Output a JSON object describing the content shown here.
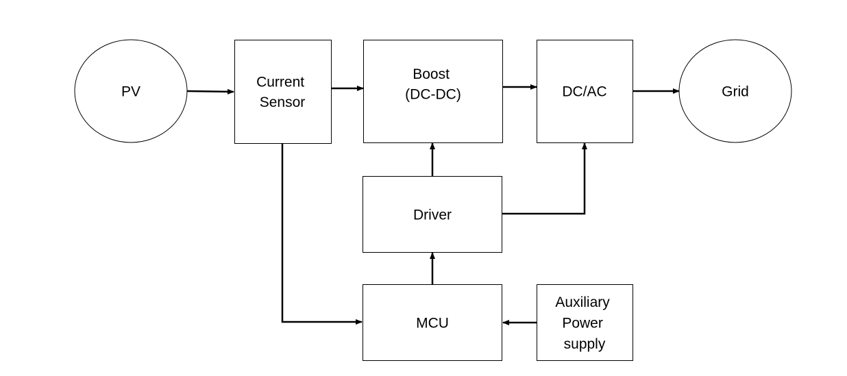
{
  "diagram": {
    "nodes": {
      "pv": {
        "lines": [
          "PV"
        ]
      },
      "current_sensor": {
        "lines": [
          "Current",
          "Sensor"
        ]
      },
      "boost": {
        "lines": [
          "Boost",
          "(DC-DC)"
        ]
      },
      "dcac": {
        "lines": [
          "DC/AC"
        ]
      },
      "grid": {
        "lines": [
          "Grid"
        ]
      },
      "driver": {
        "lines": [
          "Driver"
        ]
      },
      "mcu": {
        "lines": [
          "MCU"
        ]
      },
      "aux_power": {
        "lines": [
          "Auxiliary",
          "Power",
          "supply"
        ]
      }
    },
    "edges": [
      {
        "from": "pv",
        "to": "current_sensor"
      },
      {
        "from": "current_sensor",
        "to": "boost"
      },
      {
        "from": "boost",
        "to": "dcac"
      },
      {
        "from": "dcac",
        "to": "grid"
      },
      {
        "from": "current_sensor",
        "to": "mcu"
      },
      {
        "from": "mcu",
        "to": "driver"
      },
      {
        "from": "driver",
        "to": "boost"
      },
      {
        "from": "driver",
        "to": "dcac"
      },
      {
        "from": "aux_power",
        "to": "mcu"
      }
    ],
    "line_color": "#000000",
    "fill_color": "#ffffff"
  }
}
